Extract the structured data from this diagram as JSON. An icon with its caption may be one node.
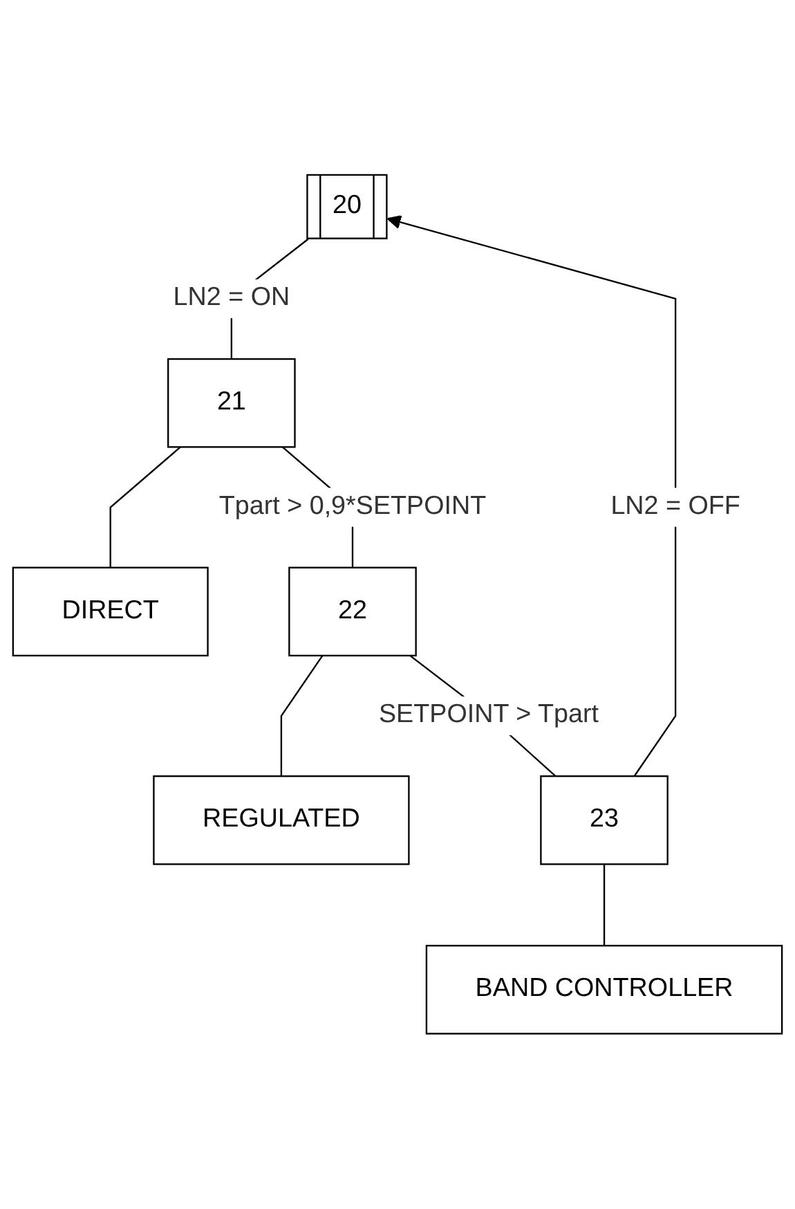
{
  "diagram": {
    "nodes": [
      {
        "text": [
          "20"
        ]
      },
      {
        "text": [
          "21"
        ]
      },
      {
        "text": [
          "DIRECT"
        ]
      },
      {
        "text": [
          "22"
        ]
      },
      {
        "text": [
          "REGULATED"
        ]
      },
      {
        "text": [
          "23"
        ]
      },
      {
        "text": [
          "BAND CONTROLLER"
        ]
      }
    ],
    "edges": [
      {
        "from": 0,
        "to": 1,
        "arrow": "none",
        "label": "LN2 = ON"
      },
      {
        "from": 1,
        "to": 2,
        "arrow": "none"
      },
      {
        "from": 1,
        "to": 3,
        "arrow": "none",
        "label": "Tpart > 0,9*SETPOINT"
      },
      {
        "from": 3,
        "to": 4,
        "arrow": "none"
      },
      {
        "from": 3,
        "to": 5,
        "arrow": "none",
        "label": "SETPOINT > Tpart"
      },
      {
        "from": 5,
        "to": 6,
        "arrow": "none"
      },
      {
        "from": 5,
        "to": 0,
        "arrow": "to",
        "label": "LN2 = OFF"
      }
    ]
  }
}
